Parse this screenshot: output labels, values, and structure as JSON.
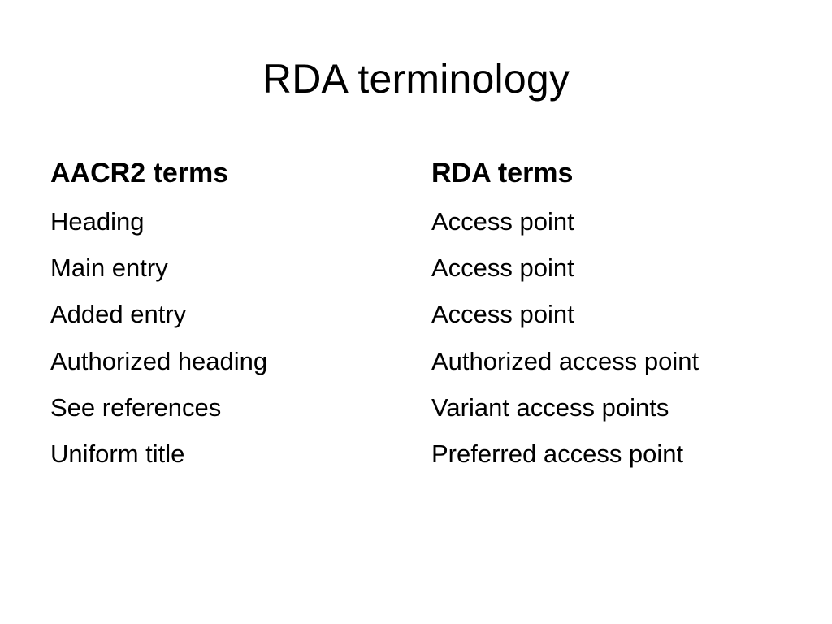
{
  "slide": {
    "title": "RDA terminology",
    "left_column": {
      "header": "AACR2 terms",
      "items": [
        "Heading",
        "Main entry",
        "Added entry",
        "Authorized heading",
        "See references",
        "Uniform title"
      ]
    },
    "right_column": {
      "header": "RDA terms",
      "items": [
        "Access point",
        "Access point",
        "Access point",
        "Authorized access point",
        "Variant access points",
        "Preferred access point"
      ]
    }
  }
}
